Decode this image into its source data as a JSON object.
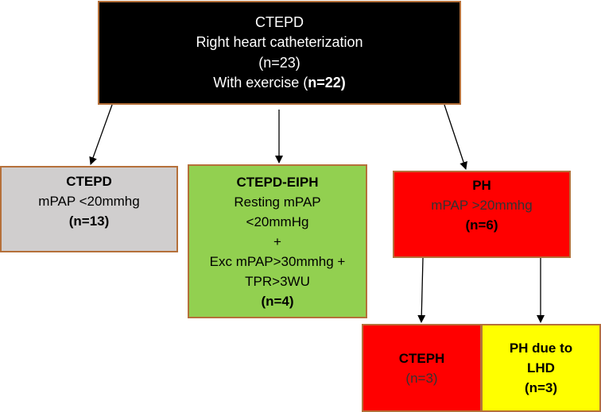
{
  "root": {
    "line1": "CTEPD",
    "line2": "Right heart catheterization",
    "line3": "(n=23)",
    "line4_prefix": "With exercise (",
    "line4_bold": "n=22)"
  },
  "ctepd": {
    "title": "CTEPD",
    "criterion": "mPAP <20mmhg",
    "count": "(n=13)"
  },
  "eiph": {
    "title": "CTEPD-EIPH",
    "line1": "Resting mPAP",
    "line2": "<20mmHg",
    "line3": "+",
    "line4": "Exc mPAP>30mmhg +",
    "line5": "TPR>3WU",
    "count": "(n=4)"
  },
  "ph": {
    "title": "PH",
    "criterion": "mPAP >20mmhg",
    "count": "(n=6)"
  },
  "cteph": {
    "title": "CTEPH",
    "count": "(n=3)"
  },
  "lhd": {
    "line1": "PH due to",
    "line2": "LHD",
    "count": "(n=3)"
  },
  "colors": {
    "root_fill": "#000000",
    "ctepd_fill": "#d0cece",
    "eiph_fill": "#92d050",
    "ph_fill": "#ff0000",
    "cteph_fill": "#ff0000",
    "lhd_fill": "#ffff00",
    "box_border": "#b5703a"
  }
}
